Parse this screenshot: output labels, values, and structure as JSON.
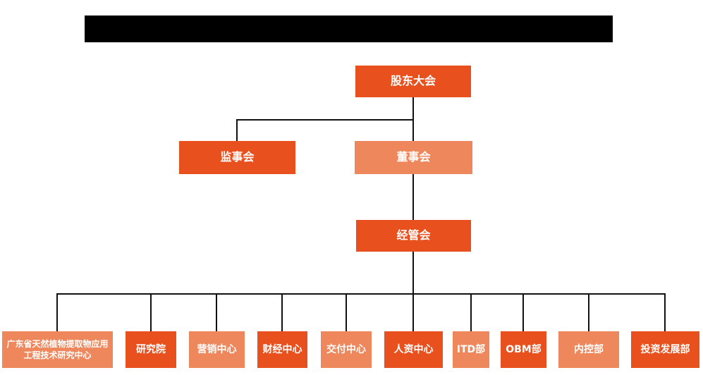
{
  "colors": {
    "primary_box": "#e8501d",
    "secondary_box": "#ef875c",
    "connector": "#111111",
    "box_text": "#ffffff",
    "redacted_bar": "#000000"
  },
  "org_chart": {
    "root": {
      "label": "股东大会"
    },
    "supervisory": {
      "label": "监事会"
    },
    "board": {
      "label": "董事会"
    },
    "management": {
      "label": "经管会"
    },
    "departments": [
      {
        "label": "广东省天然植物提取物应用工程技术研究中心",
        "variant": "secondary"
      },
      {
        "label": "研究院",
        "variant": "primary"
      },
      {
        "label": "营销中心",
        "variant": "secondary"
      },
      {
        "label": "财经中心",
        "variant": "primary"
      },
      {
        "label": "交付中心",
        "variant": "secondary"
      },
      {
        "label": "人资中心",
        "variant": "primary"
      },
      {
        "label": "ITD部",
        "variant": "secondary"
      },
      {
        "label": "OBM部",
        "variant": "primary"
      },
      {
        "label": "内控部",
        "variant": "secondary"
      },
      {
        "label": "投资发展部",
        "variant": "primary"
      }
    ]
  }
}
